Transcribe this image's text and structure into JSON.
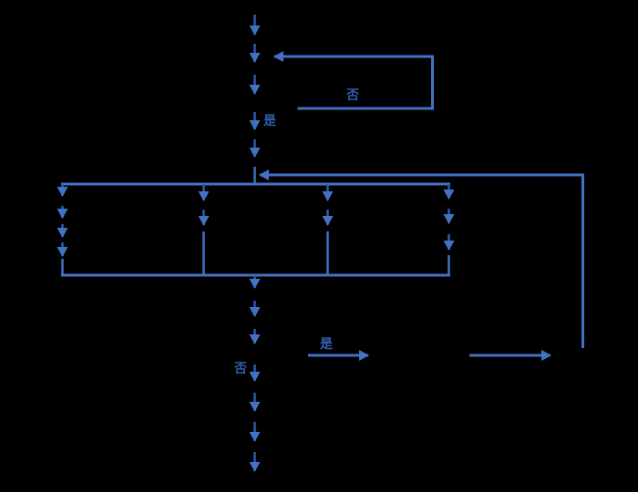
{
  "diagram": {
    "type": "flowchart",
    "description": "blue flowchart arrows on black background with invisible process boxes",
    "colors": {
      "line": "#4372C4",
      "arrow_stem": "#2E5CB0",
      "label_text": "#2F5DAD",
      "background": "#000000"
    },
    "labels": {
      "top_loop_no": "否",
      "top_yes": "是",
      "bottom_yes": "是",
      "bottom_no": "否"
    }
  }
}
